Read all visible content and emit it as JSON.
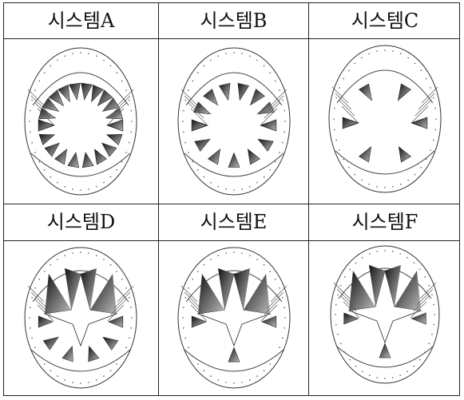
{
  "cells": [
    {
      "label": "시스템A"
    },
    {
      "label": "시스템B"
    },
    {
      "label": "시스템C"
    },
    {
      "label": "시스템D"
    },
    {
      "label": "시스템E"
    },
    {
      "label": "시스템F"
    }
  ]
}
